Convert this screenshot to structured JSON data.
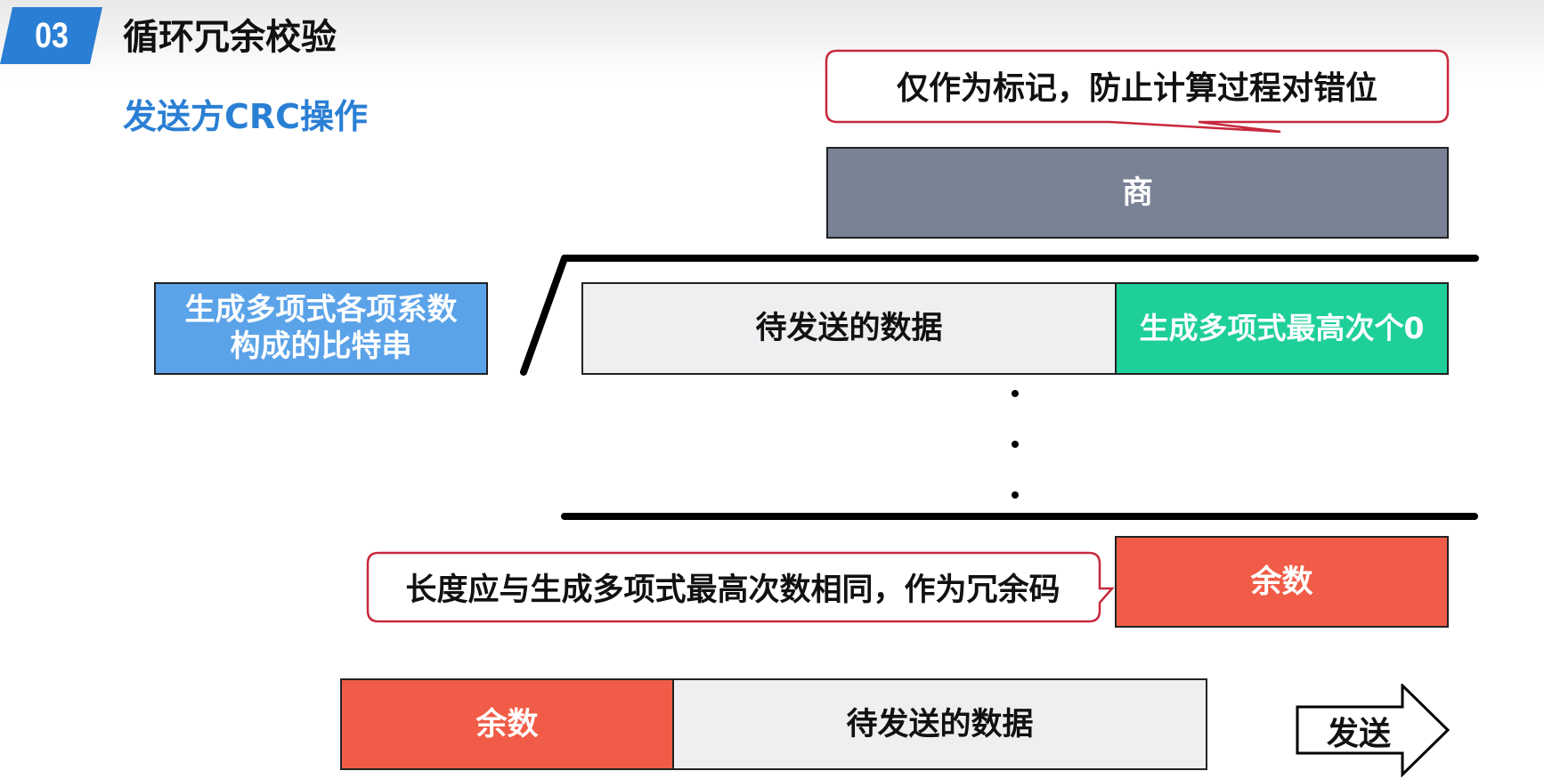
{
  "header": {
    "section_number": "03",
    "section_title": "循环冗余校验",
    "subtitle": "发送方CRC操作"
  },
  "diagram": {
    "top_callout": "仅作为标记，防止计算过程对错位",
    "quotient_label": "商",
    "divisor_label_line1": "生成多项式各项系数",
    "divisor_label_line2": "构成的比特串",
    "data_label": "待发送的数据",
    "zeros_label": "生成多项式最高次个0",
    "remainder_callout": "长度应与生成多项式最高次数相同，作为冗余码",
    "remainder_label": "余数",
    "frame_remainder_label": "余数",
    "frame_data_label": "待发送的数据",
    "send_label": "发送"
  },
  "colors": {
    "section_tag_blue": "#2a7fd4",
    "subtitle_blue": "#2a7fd4",
    "quotient_gray": "#7a8296",
    "divisor_blue": "#5ba3e8",
    "data_light_gray": "#efeef1",
    "zeros_green": "#1ecf9a",
    "remainder_red": "#f05c47",
    "callout_border_red": "#c8283c"
  }
}
